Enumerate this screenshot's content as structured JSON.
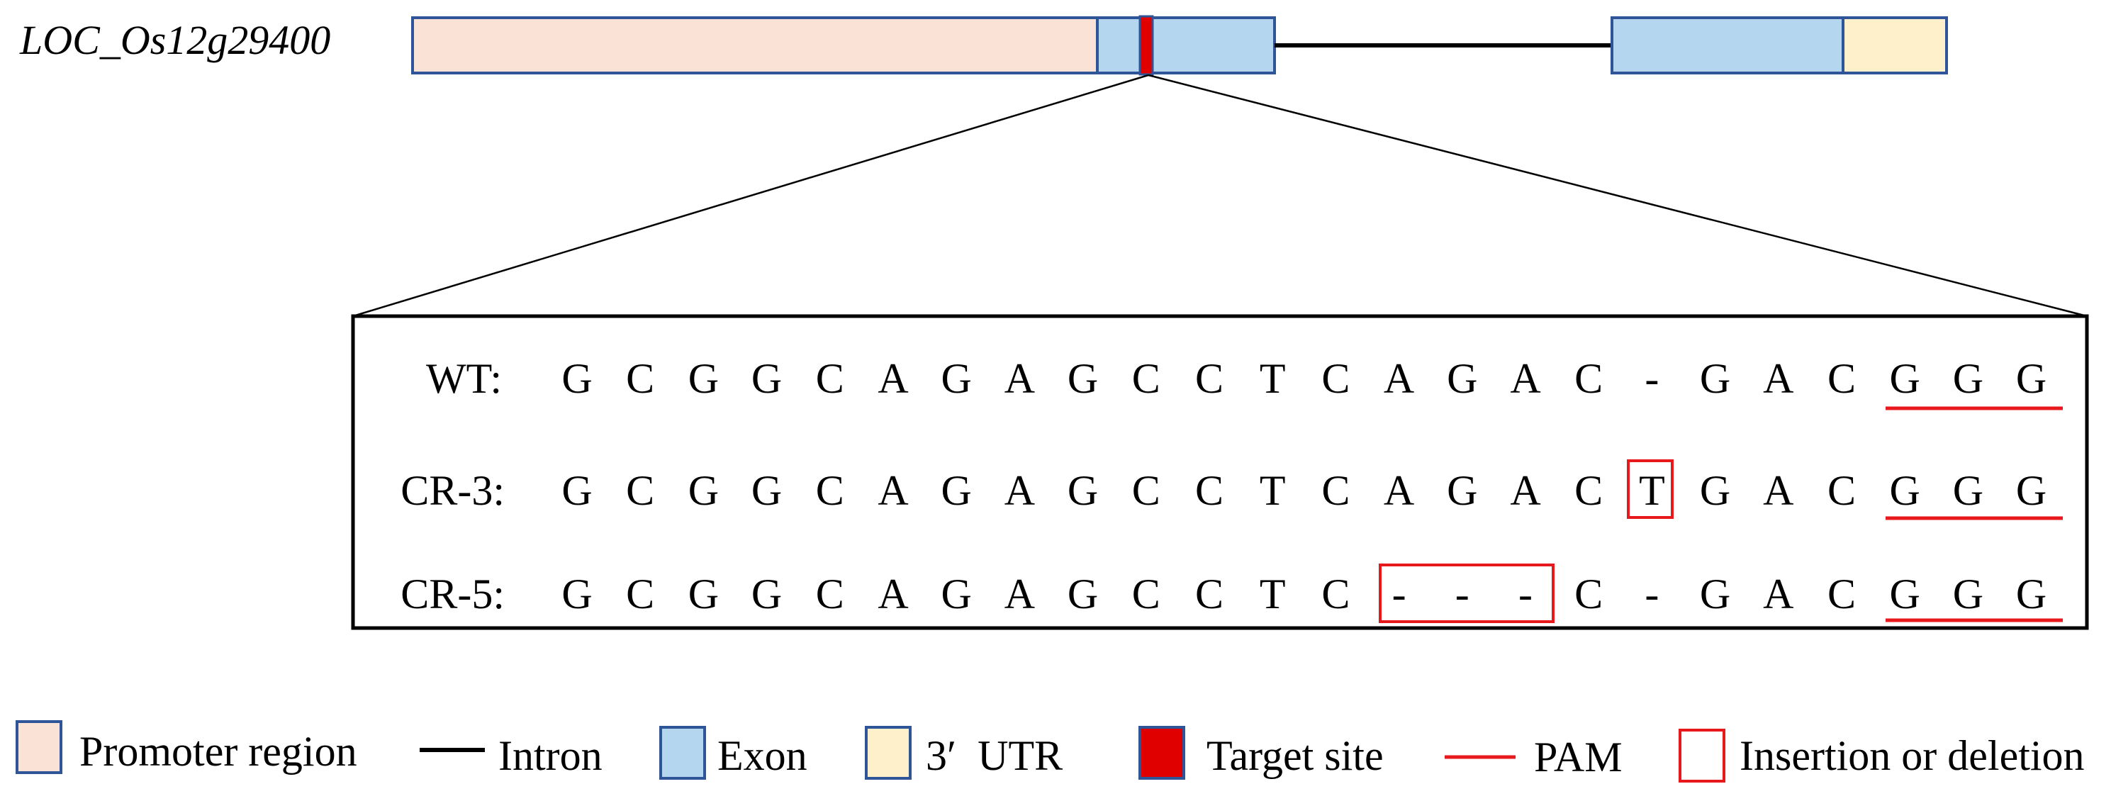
{
  "gene": {
    "name": "LOC_Os12g29400"
  },
  "colors": {
    "promoter": "#fbe2d6",
    "exon": "#b4d7ef",
    "utr": "#fdf0ca",
    "border": "#2e5597",
    "target": "#e00000",
    "pam": "#e8191c",
    "indel": "#e8191c",
    "intron": "#000000"
  },
  "sequences": [
    {
      "label": "WT:",
      "bases": [
        "G",
        "C",
        "G",
        "G",
        "C",
        "A",
        "G",
        "A",
        "G",
        "C",
        "C",
        "T",
        "C",
        "A",
        "G",
        "A",
        "C",
        "-",
        "G",
        "A",
        "C",
        "G",
        "G",
        "G"
      ]
    },
    {
      "label": "CR-3:",
      "bases": [
        "G",
        "C",
        "G",
        "G",
        "C",
        "A",
        "G",
        "A",
        "G",
        "C",
        "C",
        "T",
        "C",
        "A",
        "G",
        "A",
        "C",
        "T",
        "G",
        "A",
        "C",
        "G",
        "G",
        "G"
      ]
    },
    {
      "label": "CR-5:",
      "bases": [
        "G",
        "C",
        "G",
        "G",
        "C",
        "A",
        "G",
        "A",
        "G",
        "C",
        "C",
        "T",
        "C",
        "-",
        "-",
        "-",
        "C",
        "-",
        "G",
        "A",
        "C",
        "G",
        "G",
        "G"
      ]
    }
  ],
  "legend": {
    "promoter": "Promoter region",
    "intron": "Intron",
    "exon": "Exon",
    "utr": "3′  UTR",
    "target": "Target site",
    "pam": "PAM",
    "indel": "Insertion or deletion"
  }
}
